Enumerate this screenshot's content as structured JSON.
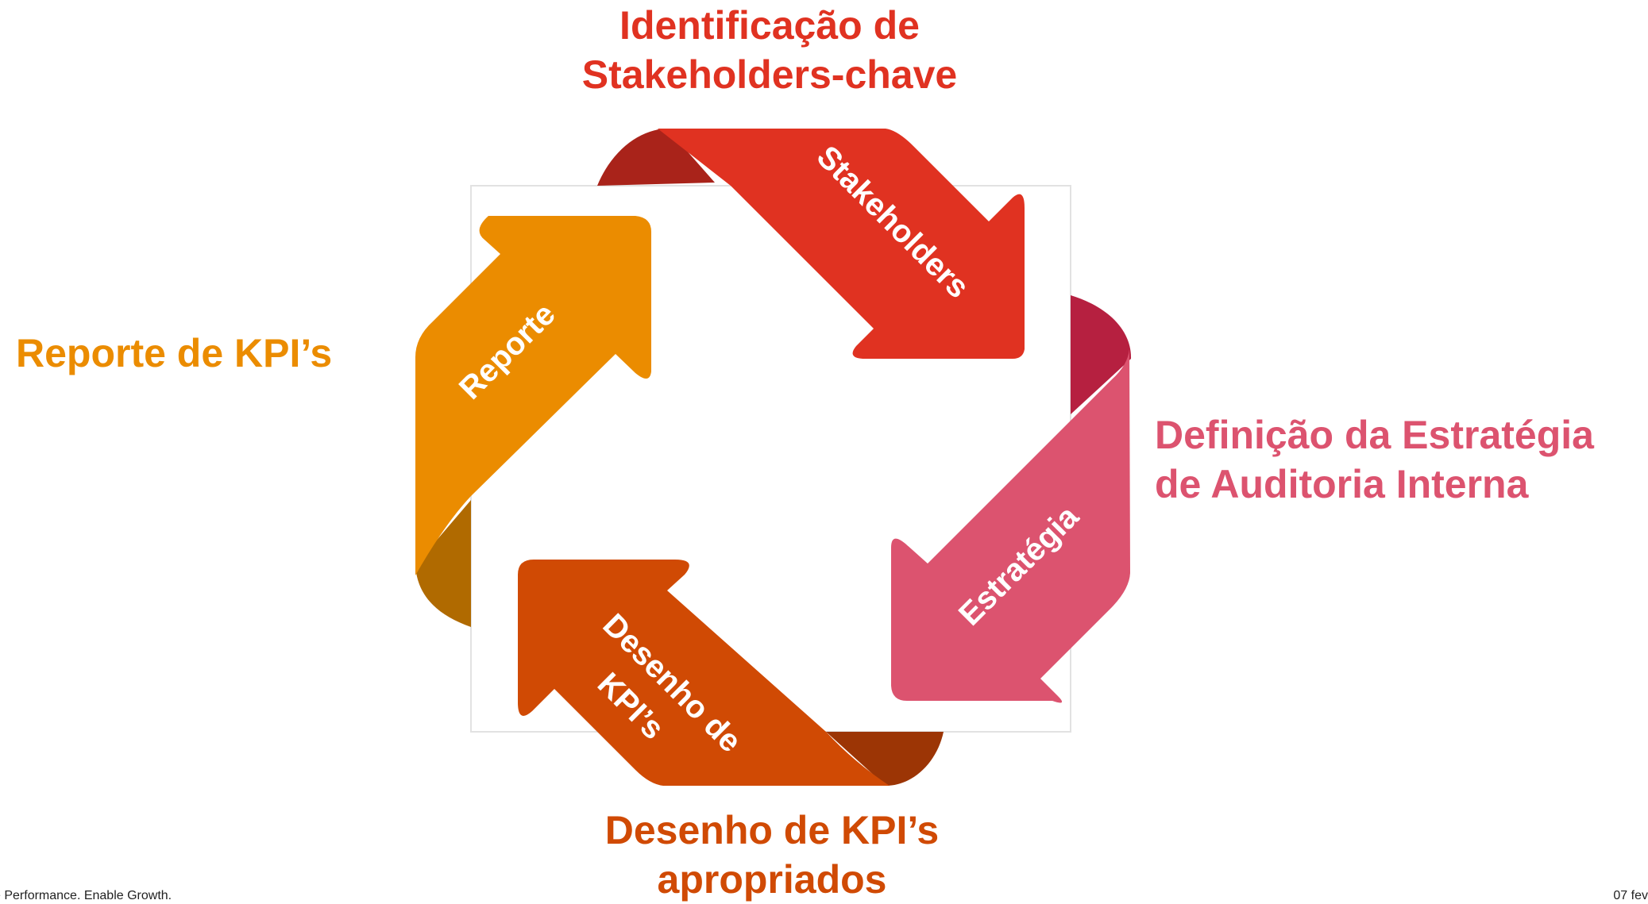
{
  "titles": {
    "top": [
      "Identificação de",
      "Stakeholders-chave"
    ],
    "right": [
      "Definição da Estratégia",
      "de Auditoria Interna"
    ],
    "bottom": [
      "Desenho de KPI’s",
      "apropriados"
    ],
    "left": "Reporte de KPI’s"
  },
  "segments": {
    "stakeholders": "Stakeholders",
    "estrategia": "Estratégia",
    "desenho": [
      "Desenho de",
      "KPI’s"
    ],
    "reporte": "Reporte"
  },
  "footer": {
    "left": "e Performance. Enable Growth.",
    "right": "07 fev"
  },
  "colors": {
    "stakeholders": "#e03221",
    "estrategia": "#dc536f",
    "desenho": "#d04a04",
    "reporte": "#eb8c00"
  }
}
